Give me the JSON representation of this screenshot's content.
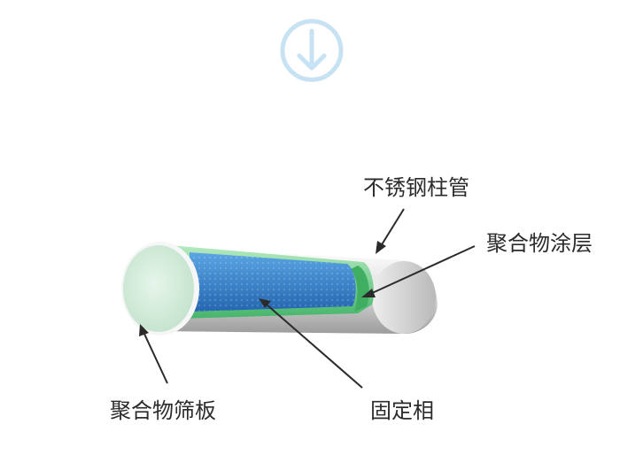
{
  "icons": {
    "top": "arrow-down-circle-icon"
  },
  "colors": {
    "icon_ring": "#c6e2f3",
    "tube_light": "#f2f2f2",
    "tube_dark": "#a9a9a9",
    "coating": "#52bf76",
    "coating_light": "#9fe0ae",
    "stationary": "#3f8ed6",
    "stationary_dark": "#2a6fb8",
    "frit": "#d8eee0",
    "arrow": "#2b2b2b"
  },
  "labels": {
    "tube": "不锈钢柱管",
    "coating": "聚合物涂层",
    "frit": "聚合物筛板",
    "stationary": "固定相"
  }
}
